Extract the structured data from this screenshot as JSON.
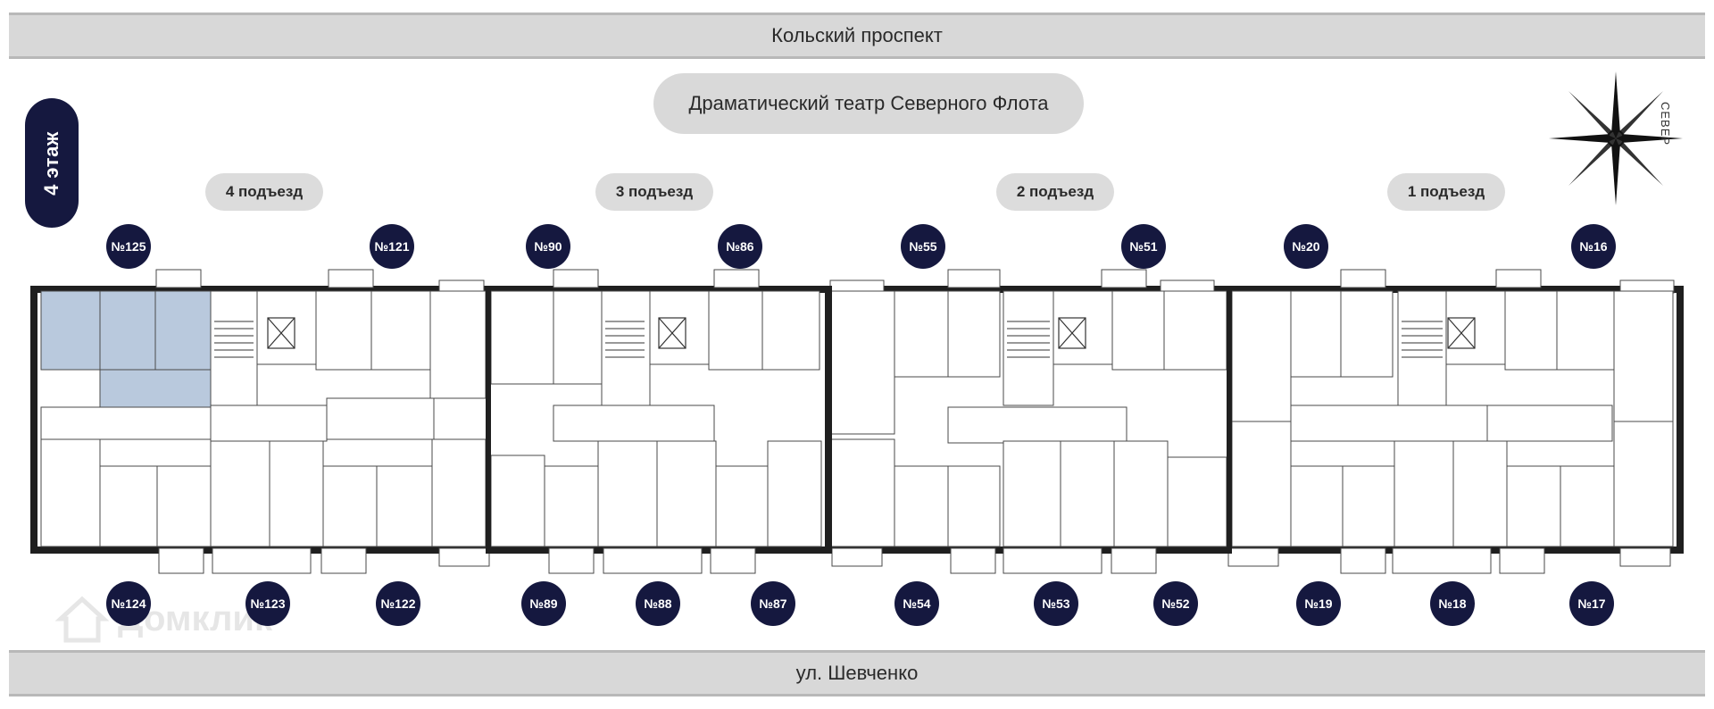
{
  "streets": {
    "top": "Кольский проспект",
    "bottom": "ул. Шевченко"
  },
  "landmark": "Драматический театр Северного Флота",
  "floor": "4 этаж",
  "compass_label": "СЕВЕР",
  "watermark": "Домклик",
  "entrances": [
    "4 подъезд",
    "3 подъезд",
    "2 подъезд",
    "1 подъезд"
  ],
  "apartments_top": [
    "№125",
    "№121",
    "№90",
    "№86",
    "№55",
    "№51",
    "№20",
    "№16"
  ],
  "apartments_bottom": [
    "№124",
    "№123",
    "№122",
    "№89",
    "№88",
    "№87",
    "№54",
    "№53",
    "№52",
    "№19",
    "№18",
    "№17"
  ],
  "colors": {
    "badge": "#15183f",
    "highlight": "#b9c9dd",
    "pill": "#dcdcdc"
  },
  "icons": [
    "compass-rose-icon",
    "house-logo-icon"
  ]
}
